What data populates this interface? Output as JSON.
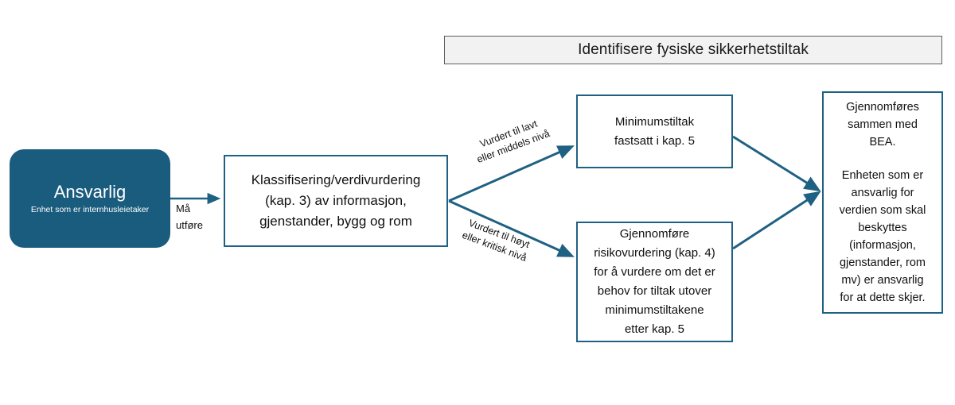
{
  "banner": {
    "title": "Identifisere fysiske sikkerhetstiltak"
  },
  "nodes": {
    "ansvarlig": {
      "title": "Ansvarlig",
      "subtitle": "Enhet som er internhusleietaker"
    },
    "klassifisering": {
      "text": "Klassifisering/verdivurdering\n(kap. 3) av informasjon,\ngjenstander, bygg og rom"
    },
    "minimum": {
      "text": "Minimumstiltak\nfastsatt i kap. 5"
    },
    "risiko": {
      "text": "Gjennomføre\nrisikovurdering (kap. 4)\nfor å vurdere om det er\nbehov for tiltak utover\nminimumstiltakene\netter kap. 5"
    },
    "bea": {
      "text_top": "Gjennomføres\nsammen med\nBEA.",
      "text_bottom": "Enheten som er\nansvarlig for\nverdien som skal\nbeskyttes\n(informasjon,\ngjenstander, rom\nmv) er ansvarlig\nfor at dette skjer."
    }
  },
  "edges": {
    "ma_utfore": "Må\nutføre",
    "lavt_middels": "Vurdert til lavt\neller middels nivå",
    "hoyt_kritisk": "Vurdert til høyt\neller kritisk nivå"
  },
  "colors": {
    "accent": "#1f6183",
    "actor_fill": "#1a5c7e",
    "banner_fill": "#f2f2f2",
    "banner_border": "#5f5f5f",
    "text": "#101010",
    "background": "#ffffff"
  }
}
